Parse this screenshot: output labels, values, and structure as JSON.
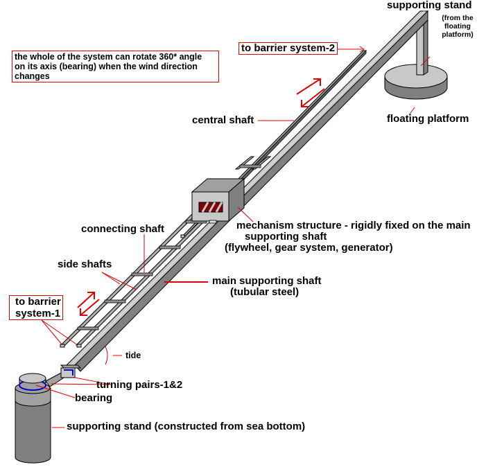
{
  "diagram": {
    "title": "Wind/tidal barrier system schematic",
    "colors": {
      "annotation": "#e00000",
      "bearing_ring": "#0000cc",
      "steel_light": "#c8c8c8",
      "steel_mid": "#a0a0a0",
      "steel_dark": "#808080",
      "mechanism_inner": "#800000"
    },
    "labels": {
      "supporting_stand_top": "supporting stand",
      "from_floating_platform_1": "(from the",
      "from_floating_platform_2": "floating",
      "from_floating_platform_3": "platform)",
      "floating_platform": "floating platform",
      "rotation_note_1": "the whole of the system can rotate 360* angle",
      "rotation_note_2": "on its axis (bearing) when the wind direction",
      "rotation_note_3": "changes",
      "to_barrier_2": "to barrier system-2",
      "central_shaft": "central shaft",
      "mechanism_1": "mechanism structure - rigidly fixed on the main",
      "mechanism_2": "supporting shaft",
      "mechanism_3": "(flywheel, gear system, generator)",
      "connecting_shaft": "connecting shaft",
      "side_shafts": "side shafts",
      "main_shaft_1": "main supporting shaft",
      "main_shaft_2": "(tubular steel)",
      "to_barrier_1a": "to barrier",
      "to_barrier_1b": "system-1",
      "tide": "tide",
      "turning_pairs": "turning pairs-1&2",
      "bearing": "bearing",
      "supporting_stand_bottom": "supporting stand (constructed from sea bottom)"
    }
  }
}
